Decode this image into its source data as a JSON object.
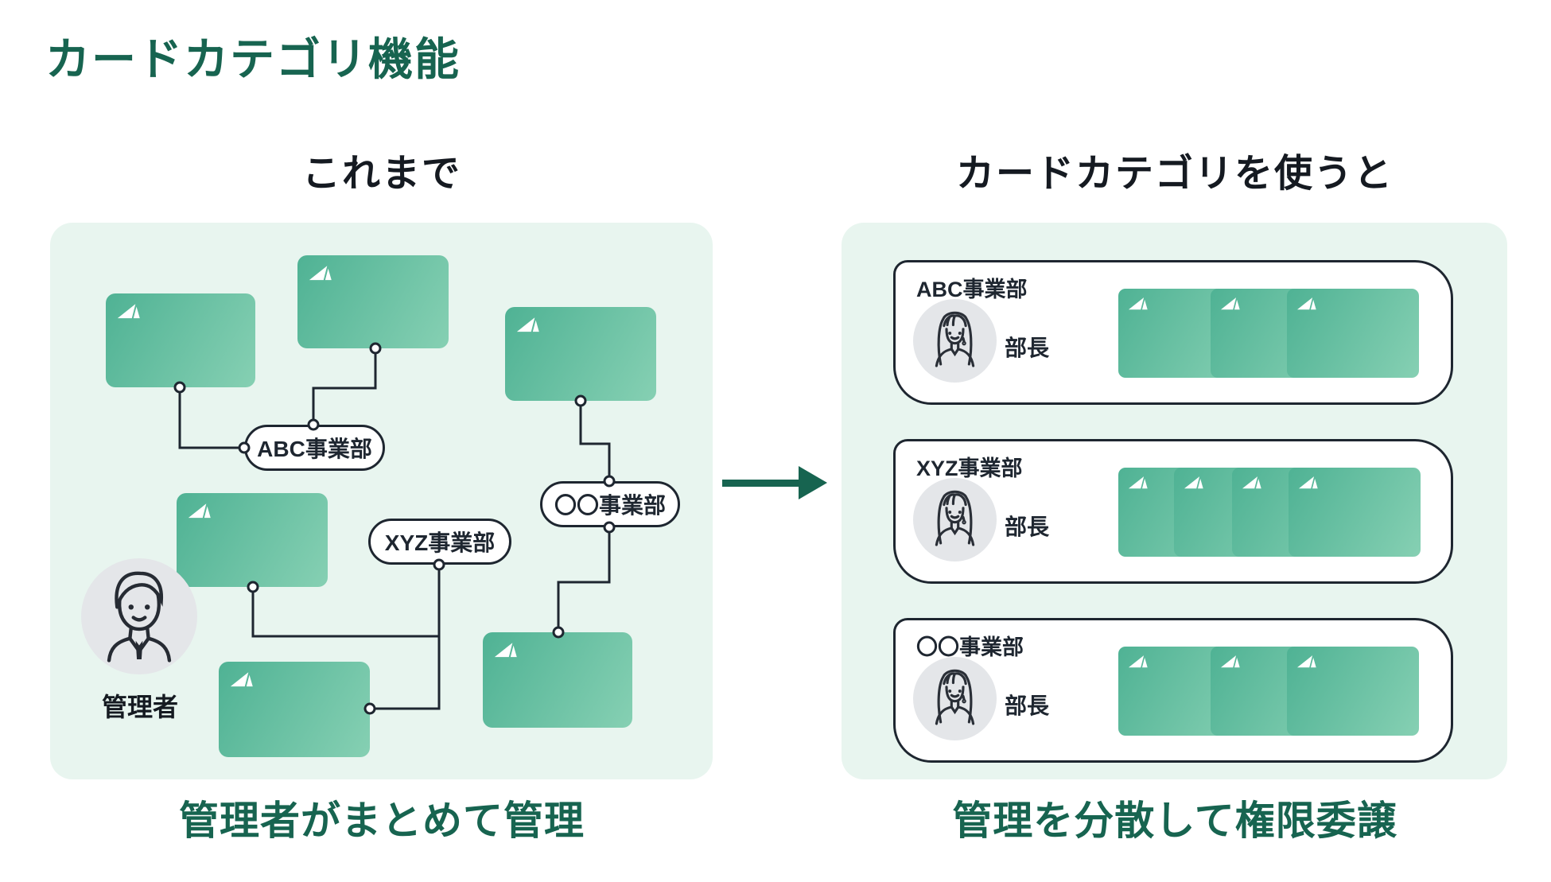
{
  "title": "カードカテゴリ機能",
  "left": {
    "heading": "これまで",
    "caption": "管理者がまとめて管理",
    "admin_label": "管理者",
    "pills": [
      {
        "label": "ABC事業部"
      },
      {
        "label": "XYZ事業部"
      },
      {
        "label": "〇〇事業部"
      }
    ],
    "card_count": 6
  },
  "right": {
    "heading": "カードカテゴリを使うと",
    "caption": "管理を分散して権限委譲",
    "rows": [
      {
        "title": "ABC事業部",
        "role": "部長",
        "cards": 3
      },
      {
        "title": "XYZ事業部",
        "role": "部長",
        "cards": 4
      },
      {
        "title": "〇〇事業部",
        "role": "部長",
        "cards": 3
      }
    ]
  },
  "icons": {
    "card_logo": "sail-logo-icon",
    "arrow": "arrow-right-icon",
    "admin_avatar": "male-avatar-icon",
    "manager_avatar": "female-avatar-icon"
  },
  "colors": {
    "accent_green": "#176450",
    "line_ink": "#1E2630",
    "panel_bg": "#E8F5EF",
    "card_gradient_start": "#4FB294",
    "card_gradient_end": "#86D0B3",
    "avatar_bg": "#E4E6E9"
  }
}
